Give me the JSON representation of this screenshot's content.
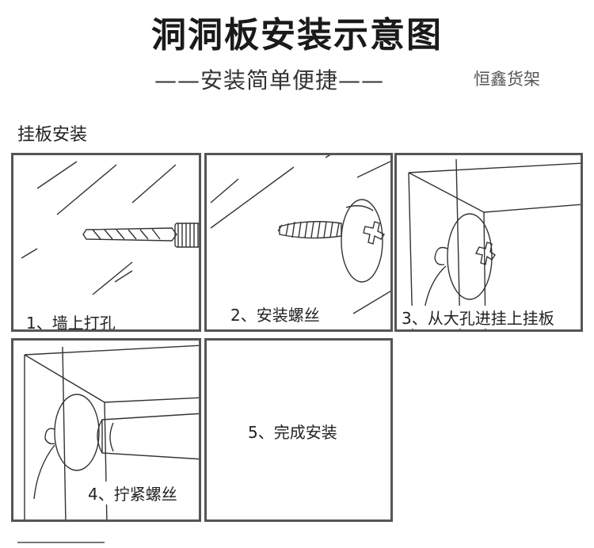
{
  "header": {
    "title": "洞洞板安装示意图",
    "subtitle": "——安装简单便捷——",
    "brand": "恒鑫货架"
  },
  "section": {
    "heading": "挂板安装"
  },
  "steps": [
    {
      "label": "1、墙上打孔",
      "icon": "drill-bit-icon"
    },
    {
      "label": "2、安装螺丝",
      "icon": "screw-icon"
    },
    {
      "label": "3、从大孔进挂上挂板",
      "icon": "board-hook-icon"
    },
    {
      "label": "4、拧紧螺丝",
      "icon": "screwdriver-icon"
    },
    {
      "label": "5、完成安装",
      "icon": ""
    }
  ]
}
